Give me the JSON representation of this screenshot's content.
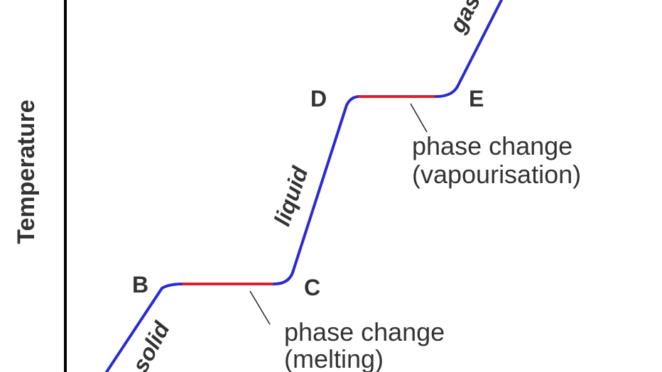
{
  "chart_data": {
    "type": "line",
    "ylabel": "Temperature",
    "xlabel": "",
    "points": [
      {
        "label": "B"
      },
      {
        "label": "C"
      },
      {
        "label": "D"
      },
      {
        "label": "E"
      }
    ],
    "segments": [
      {
        "label": "solid",
        "phase": "heating"
      },
      {
        "label": "",
        "phase": "change"
      },
      {
        "label": "liquid",
        "phase": "heating"
      },
      {
        "label": "",
        "phase": "change"
      },
      {
        "label": "gas",
        "phase": "heating"
      }
    ],
    "annotations": [
      {
        "line1": "phase change",
        "line2": "(melting)"
      },
      {
        "line1": "phase change",
        "line2": "(vapourisation)"
      }
    ],
    "colors": {
      "heating": "#2b2bcf",
      "phase_change": "#d9202f",
      "axis": "#000000",
      "text": "#333333"
    }
  }
}
